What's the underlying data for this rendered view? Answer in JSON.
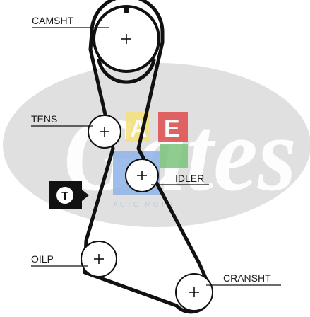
{
  "diagram": {
    "labels": {
      "camshaft": "CAMSHT",
      "tensioner": "TENS",
      "idler": "IDLER",
      "oil_pump": "OILP",
      "crankshaft": "CRANSHT"
    },
    "tension_marker": "T"
  },
  "watermark": {
    "brand_logo": "Gates",
    "shop_tag_letters": [
      "A",
      "E"
    ],
    "shop_tag_sub": "AUTO MOTO"
  },
  "colors": {
    "belt": "#111111",
    "watermark_gray": "#dcdcdc",
    "tag_yellow": "#f6e27a",
    "tag_red": "#e04b4b",
    "tag_green": "#7cc47c",
    "tag_blue": "#8fb4e8"
  }
}
